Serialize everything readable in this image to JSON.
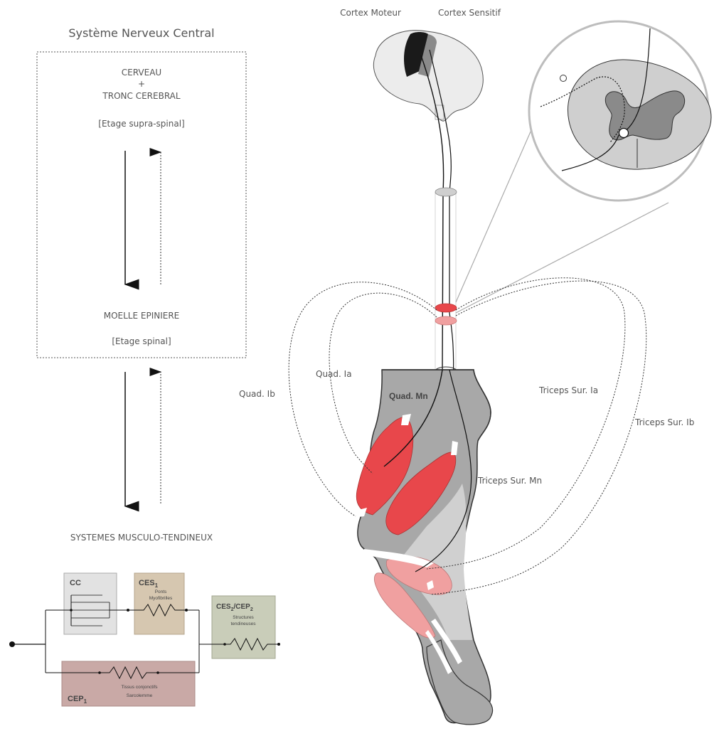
{
  "cns": {
    "title": "Système Nerveux Central",
    "brain_line1": "CERVEAU",
    "brain_plus": "+",
    "brain_line2": "TRONC CEREBRAL",
    "supra": "[Etage supra-spinal]",
    "spinal": "MOELLE EPINIERE",
    "spinal_level": "[Etage spinal]"
  },
  "msk": {
    "title": "SYSTEMES MUSCULO-TENDINEUX",
    "cc": "CC",
    "ces1": "CES",
    "ces1_sub": "1",
    "ces1_desc1": "Ponts",
    "ces1_desc2": "Myofibrilles",
    "ces2": "CES",
    "ces2_sub": "2",
    "ces2_slash": "/CEP",
    "cep2_sub": "2",
    "ces2_desc1": "Structures",
    "ces2_desc2": "tendineuses",
    "cep1": "CEP",
    "cep1_sub": "1",
    "cep1_desc1": "Tissus conjonctifs",
    "cep1_desc2": "Sarcolemme"
  },
  "anatomy": {
    "cortex_motor": "Cortex Moteur",
    "cortex_sensory": "Cortex Sensitif",
    "quad_ib": "Quad. Ib",
    "quad_ia": "Quad. Ia",
    "quad_mn": "Quad. Mn",
    "triceps_ia": "Triceps Sur. Ia",
    "triceps_ib": "Triceps Sur. Ib",
    "triceps_mn": "Triceps Sur. Mn"
  },
  "colors": {
    "quad_red": "#e8474b",
    "triceps_pink": "#f0a0a0",
    "leg_gray": "#a8a8a8",
    "cc_box": "#e2e2e2",
    "ces1_box": "#d6c7b0",
    "ces2_box": "#c9cdb9",
    "cep1_box": "#c9a9a6"
  }
}
